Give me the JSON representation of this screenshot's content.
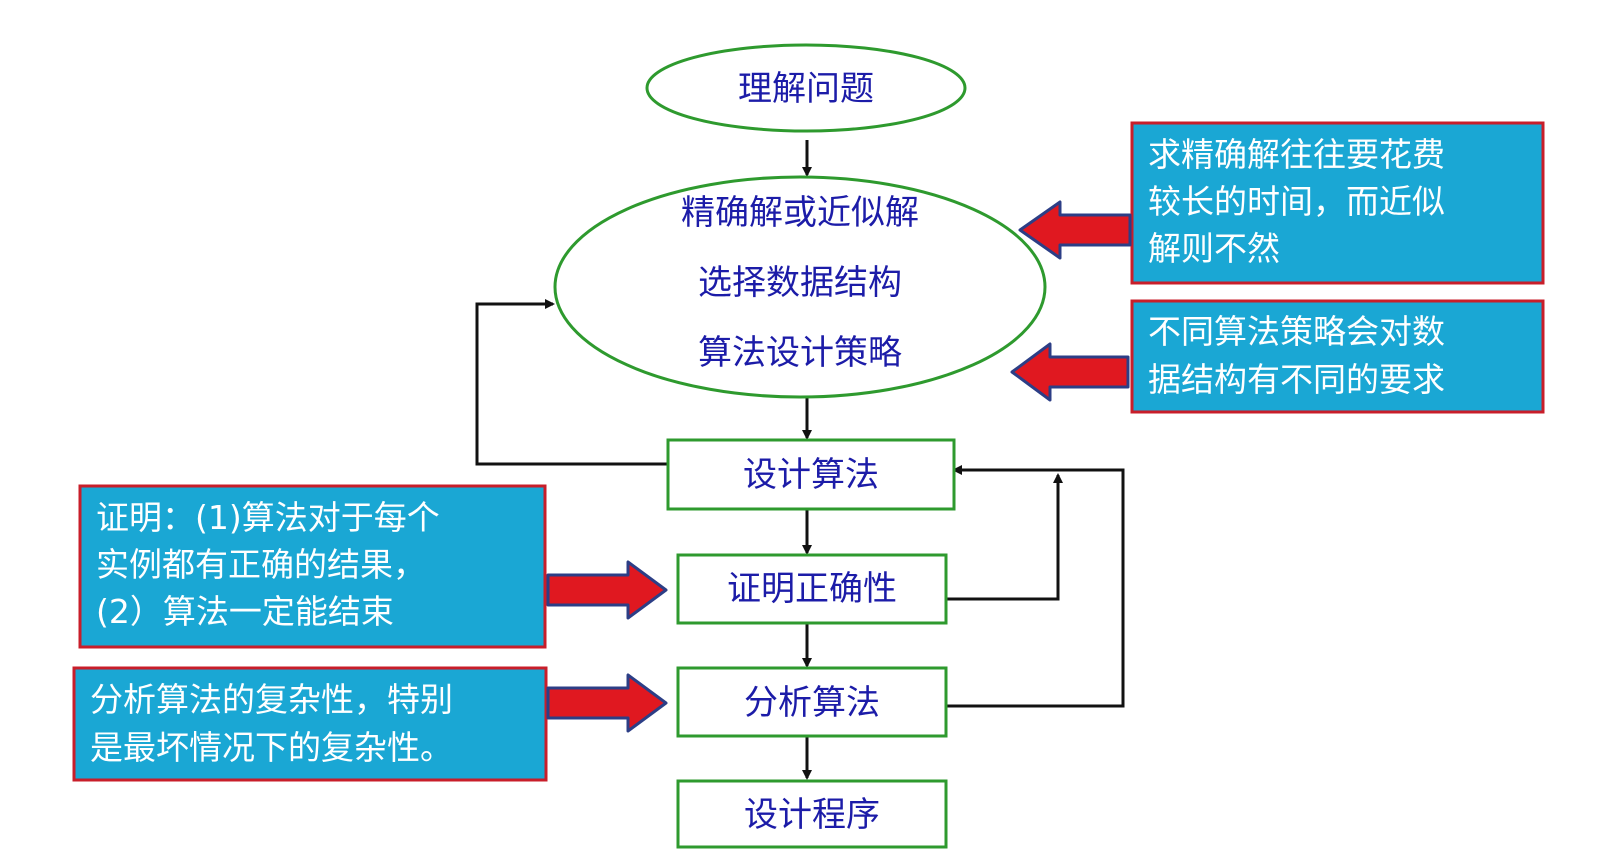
{
  "nodes": {
    "understand": "理解问题",
    "decide_exact": "精确解或近似解",
    "decide_ds": "选择数据结构",
    "decide_strategy": "算法设计策略",
    "design": "设计算法",
    "prove": "证明正确性",
    "analyze": "分析算法",
    "program": "设计程序"
  },
  "notes": {
    "exact": [
      "求精确解往往要花费",
      "较长的时间，而近似",
      "解则不然"
    ],
    "strategy": [
      "不同算法策略会对数",
      "据结构有不同的要求"
    ],
    "proof": [
      "证明：(1)算法对于每个",
      "实例都有正确的结果，",
      "(2）算法一定能结束"
    ],
    "complexity": [
      "分析算法的复杂性，特别",
      "是最坏情况下的复杂性。"
    ]
  },
  "colors": {
    "node_border": "#2e9a2e",
    "node_text": "#1c1ca8",
    "note_fill": "#1aa7d4",
    "note_border": "#c81e2a",
    "arrow_fill": "#e01820",
    "arrow_stroke": "#2c3e86",
    "connector": "#111111"
  }
}
